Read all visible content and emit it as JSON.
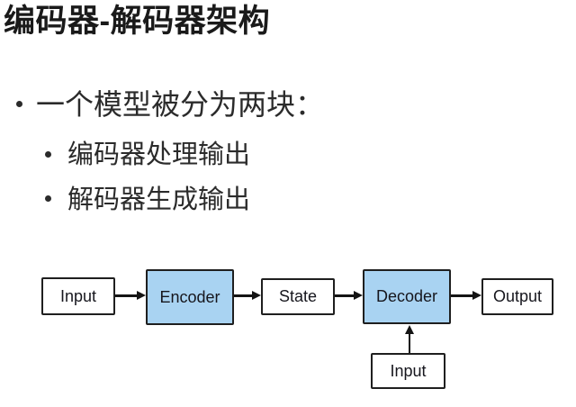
{
  "slide": {
    "title": "编码器-解码器架构",
    "bullets": [
      {
        "text": "一个模型被分为两块：",
        "children": [
          "编码器处理输出",
          "解码器生成输出"
        ]
      }
    ]
  },
  "diagram": {
    "nodes": [
      {
        "id": "input-top",
        "label": "Input",
        "style": "plain"
      },
      {
        "id": "encoder",
        "label": "Encoder",
        "style": "highlighted"
      },
      {
        "id": "state",
        "label": "State",
        "style": "plain"
      },
      {
        "id": "decoder",
        "label": "Decoder",
        "style": "highlighted"
      },
      {
        "id": "output",
        "label": "Output",
        "style": "plain"
      },
      {
        "id": "input-bottom",
        "label": "Input",
        "style": "plain"
      }
    ],
    "edges": [
      {
        "from": "input-top",
        "to": "encoder"
      },
      {
        "from": "encoder",
        "to": "state"
      },
      {
        "from": "state",
        "to": "decoder"
      },
      {
        "from": "decoder",
        "to": "output"
      },
      {
        "from": "input-bottom",
        "to": "decoder"
      }
    ],
    "colors": {
      "highlight_fill": "#a9d3f2",
      "box_border": "#1f1f1f",
      "arrow": "#141414",
      "text": "#16161d"
    }
  }
}
